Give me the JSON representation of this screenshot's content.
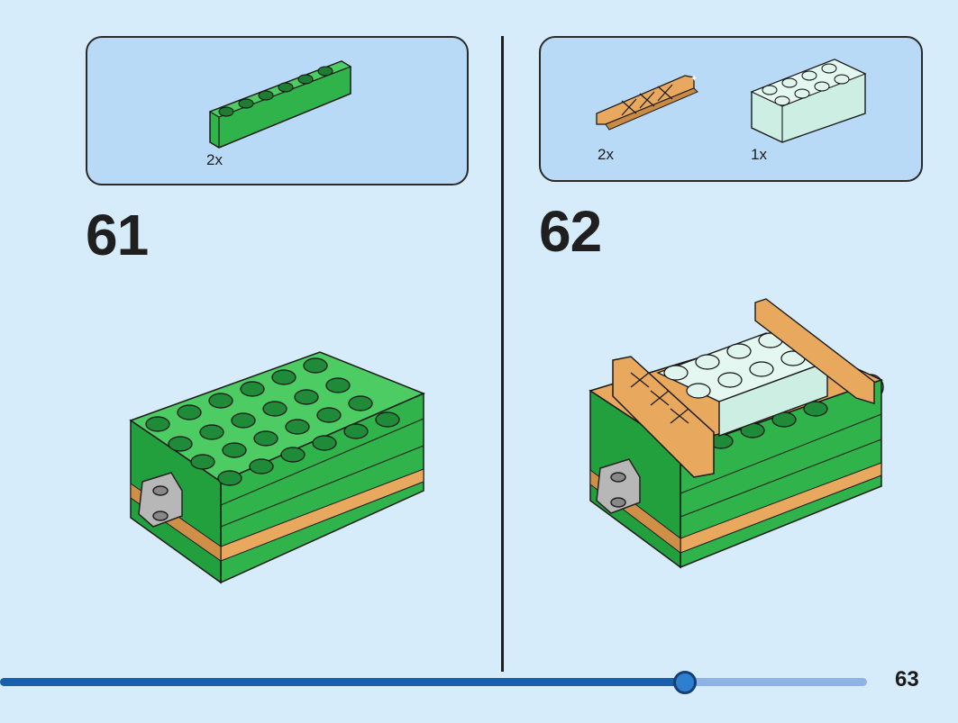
{
  "steps": [
    {
      "number": "61",
      "parts": [
        {
          "qty": "2x",
          "part": "green 1x6 brick"
        }
      ]
    },
    {
      "number": "62",
      "parts": [
        {
          "qty": "2x",
          "part": "orange fence"
        },
        {
          "qty": "1x",
          "part": "light aqua 2x4 brick"
        }
      ]
    }
  ],
  "page_number": "63",
  "progress": {
    "fraction": 0.79
  },
  "colors": {
    "background": "#d7ecfb",
    "callout": "#b9daf6",
    "brick_green": "#2fb34a",
    "brick_orange": "#e8a85e",
    "brick_aqua": "#cdeee3",
    "progress": "#1a5fae"
  }
}
